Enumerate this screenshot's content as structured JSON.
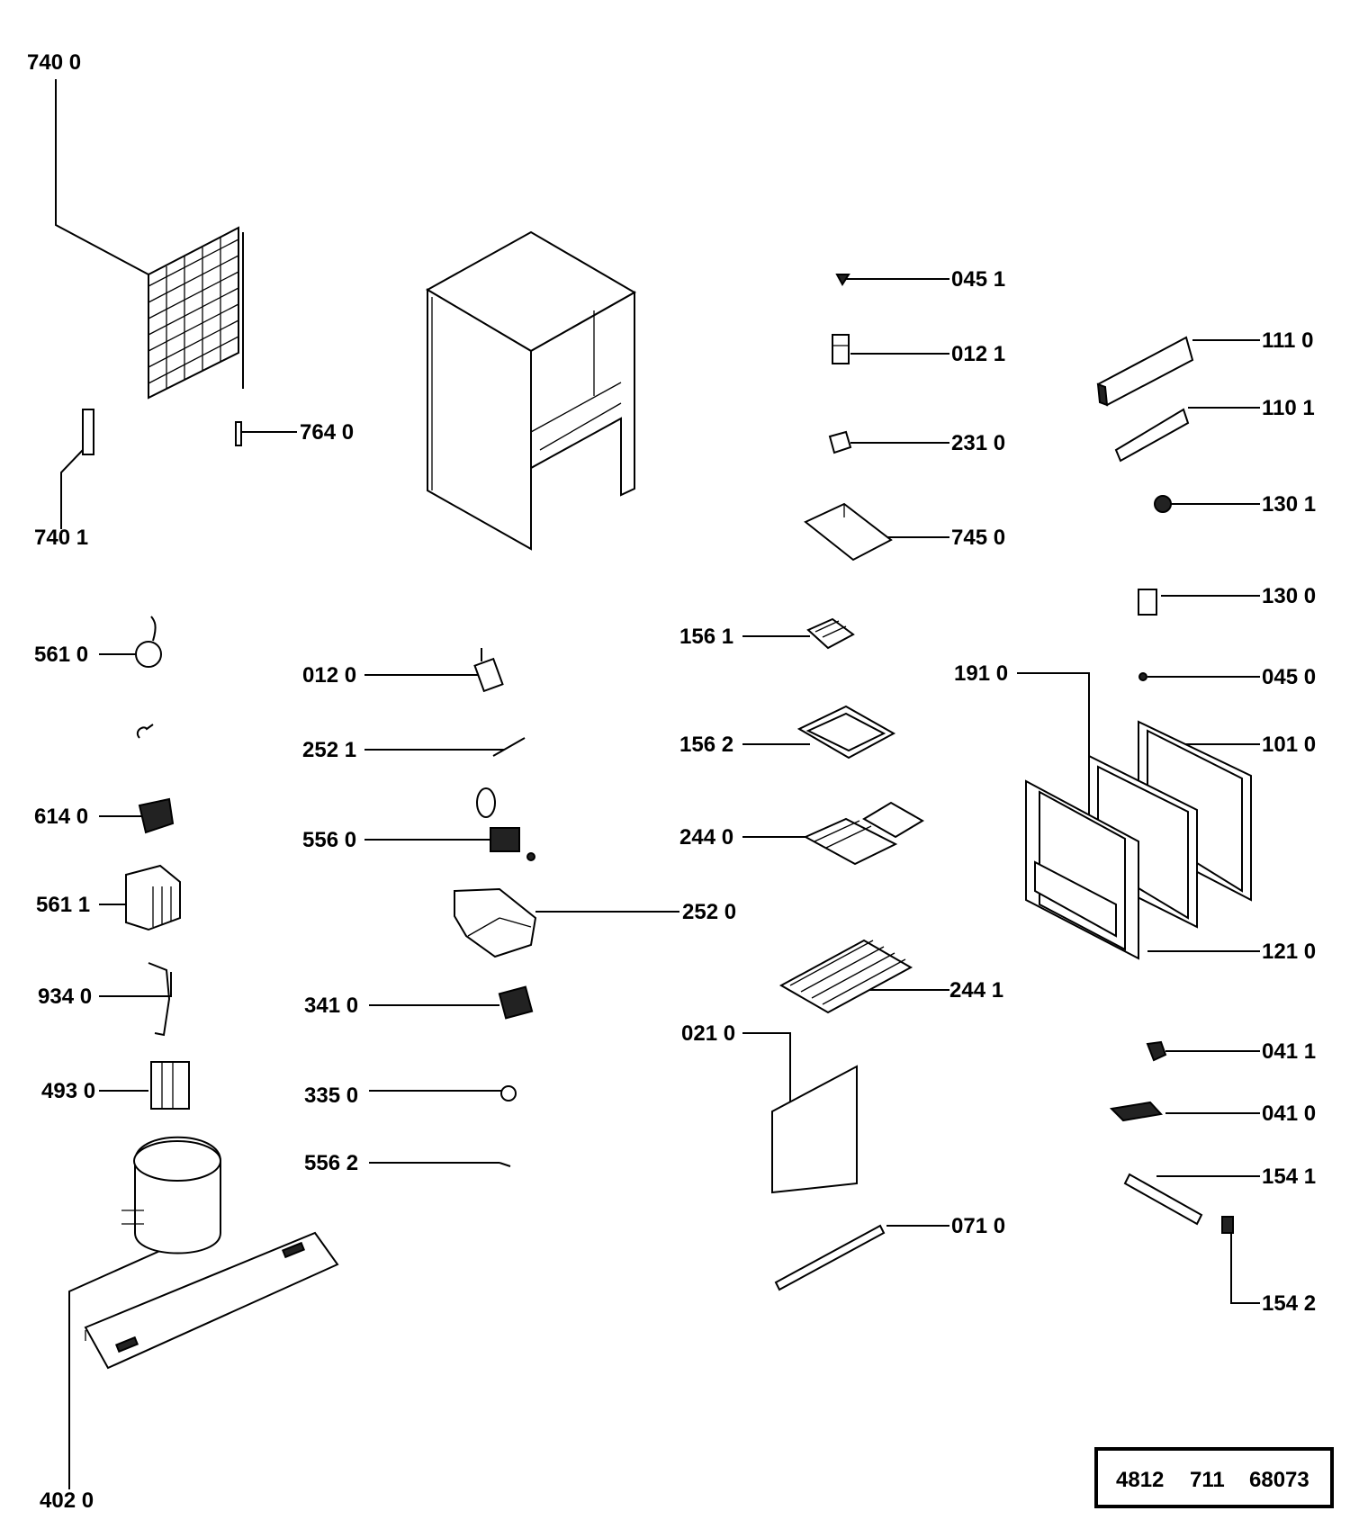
{
  "labels": {
    "l7400": "740 0",
    "l7401": "740 1",
    "l7640": "764 0",
    "l5610": "561 0",
    "l6140": "614 0",
    "l5611": "561 1",
    "l9340": "934 0",
    "l4930": "493 0",
    "l4020": "402 0",
    "l0120": "012 0",
    "l2521": "252 1",
    "l5560": "556 0",
    "l2520": "252 0",
    "l3410": "341 0",
    "l3350": "335 0",
    "l5562": "556 2",
    "l0451": "045 1",
    "l0121": "012 1",
    "l2310": "231 0",
    "l7450": "745 0",
    "l1561": "156 1",
    "l1562": "156 2",
    "l2440": "244 0",
    "l2441": "244 1",
    "l0210": "021 0",
    "l0710": "071 0",
    "l1110": "111 0",
    "l1101": "110 1",
    "l1301": "130 1",
    "l1300": "130 0",
    "l1910": "191 0",
    "l0450": "045 0",
    "l1010": "101 0",
    "l1210": "121 0",
    "l0411": "041 1",
    "l0410": "041 0",
    "l1541": "154 1",
    "l1542": "154 2"
  },
  "doc_number": {
    "a": "4812",
    "b": "711",
    "c": "68073"
  }
}
